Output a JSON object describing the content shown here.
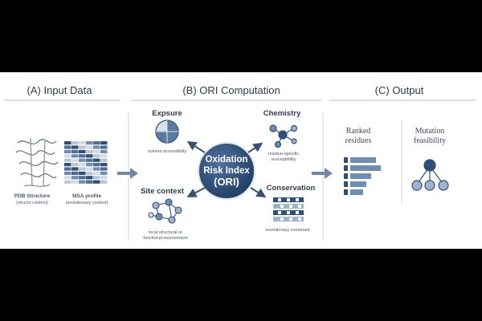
{
  "sections": {
    "input": "(A) Input Data",
    "computation": "(B) ORI Computation",
    "output": "(C) Output"
  },
  "input": {
    "pdb_title": "PDB Structure",
    "pdb_caption": "(structrl context)",
    "msa_title": "MSA profile",
    "msa_caption": "(evolutionary context)"
  },
  "center": {
    "line1": "Oxidation",
    "line2": "Risk Index",
    "line3": "(ORI)"
  },
  "factors": {
    "exposure": {
      "title": "Expsure",
      "caption": "solvent accessibility"
    },
    "chemistry": {
      "title": "Chemistry",
      "caption1": "residue-specific",
      "caption2": "susceptibility"
    },
    "site": {
      "title": "Site context",
      "caption1": "local structural or",
      "caption2": "functional environment"
    },
    "conservation": {
      "title": "Conservation",
      "caption": "evolutionary constraint"
    }
  },
  "output": {
    "ranked_line1": "Ranked",
    "ranked_line2": "residues",
    "mutation_line1": "Mutation",
    "mutation_line2": "feasibility"
  },
  "colors": {
    "accent": "#2f4f78",
    "light_accent": "#9fb3cc",
    "arrow": "#6a8099"
  }
}
